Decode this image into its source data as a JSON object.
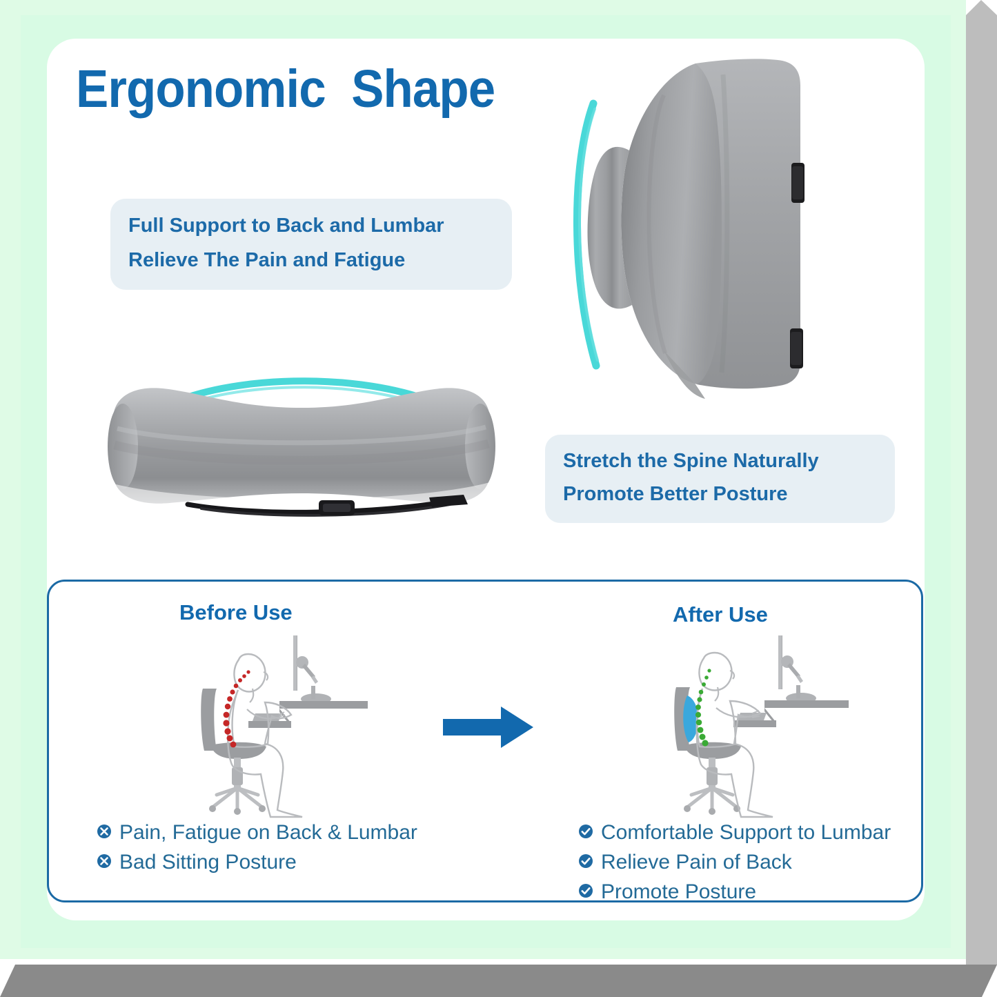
{
  "page": {
    "background_mint": "#d8fbe4",
    "card_background": "#ffffff",
    "accent_blue": "#1269ae",
    "text_blue": "#236a96",
    "bubble_background": "#e7eff4",
    "product_gray": "#9a9a9d",
    "accent_cyan": "#3fd6d6",
    "scrollbar_gray": "#bdbdbd",
    "bottom_bar_gray": "#8a8a8a"
  },
  "header": {
    "title": "Ergonomic  Shape"
  },
  "callouts": [
    {
      "id": "full-support",
      "line1": "Full Support to Back and Lumbar",
      "line2": "Relieve The Pain and Fatigue"
    },
    {
      "id": "stretch-spine",
      "line1": "Stretch the Spine Naturally",
      "line2": "Promote Better Posture"
    }
  ],
  "products": [
    {
      "id": "lumbar-cushion-front-view",
      "alt": "Gray memory foam lumbar cushion, front upright view with cyan accent edge and two black strap tabs"
    },
    {
      "id": "lumbar-cushion-top-view",
      "alt": "Gray memory foam lumbar cushion, horizontal top view with cyan arc and black adjustable strap"
    }
  ],
  "comparison": {
    "before": {
      "heading": "Before Use",
      "illustration_alt": "Person slouching at a desk with red dots along a curved spine",
      "spine_dot_color": "#cc2222",
      "bullets": [
        {
          "icon": "circle-x-icon",
          "label": "Pain, Fatigue on Back & Lumbar"
        },
        {
          "icon": "circle-x-icon",
          "label": "Bad Sitting Posture"
        }
      ]
    },
    "arrow": {
      "icon": "right-arrow-icon",
      "color": "#1269ae"
    },
    "after": {
      "heading": "After Use",
      "illustration_alt": "Person sitting upright with a blue lumbar cushion and green dots along a straight spine",
      "spine_dot_color": "#3aaa35",
      "cushion_color": "#3aa8dd",
      "bullets": [
        {
          "icon": "circle-check-icon",
          "label": "Comfortable Support to Lumbar"
        },
        {
          "icon": "circle-check-icon",
          "label": "Relieve Pain of Back"
        },
        {
          "icon": "circle-check-icon",
          "label": "Promote Posture"
        }
      ]
    }
  }
}
